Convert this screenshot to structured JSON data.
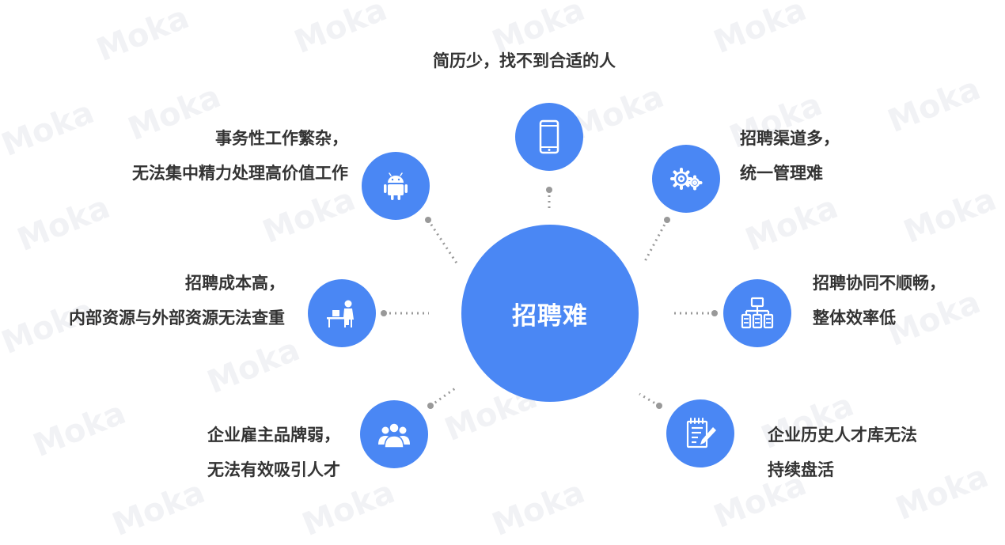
{
  "center": {
    "label": "招聘难"
  },
  "watermark": "Moka",
  "nodes": [
    {
      "icon": "smartphone-icon",
      "lines": [
        "简历少，找不到合适的人"
      ]
    },
    {
      "icon": "gears-icon",
      "lines": [
        "招聘渠道多，",
        "统一管理难"
      ]
    },
    {
      "icon": "network-icon",
      "lines": [
        "招聘协同不顺畅，",
        "整体效率低"
      ]
    },
    {
      "icon": "document-edit-icon",
      "lines": [
        "企业历史人才库无法",
        "持续盘活"
      ]
    },
    {
      "icon": "user-group-icon",
      "lines": [
        "企业雇主品牌弱，",
        "无法有效吸引人才"
      ]
    },
    {
      "icon": "desk-worker-icon",
      "lines": [
        "招聘成本高，",
        "内部资源与外部资源无法查重"
      ]
    },
    {
      "icon": "android-icon",
      "lines": [
        "事务性工作繁杂，",
        "无法集中精力处理高价值工作"
      ]
    }
  ],
  "colors": {
    "accent": "#4a87f4",
    "text": "#333333",
    "connector": "#999999"
  }
}
